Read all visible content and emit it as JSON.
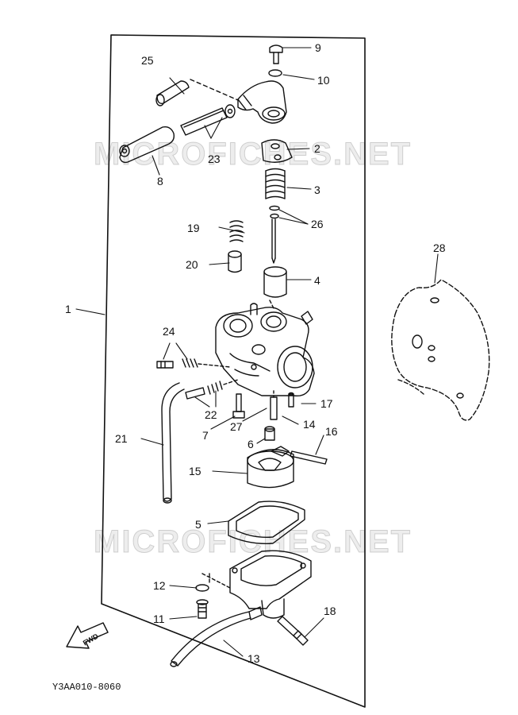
{
  "watermarks": [
    "MICROFICHES.NET",
    "MICROFICHES.NET"
  ],
  "drawing_code": "Y3AA010-8060",
  "fwd_label": "FWD",
  "callouts": {
    "c1": "1",
    "c2": "2",
    "c3": "3",
    "c4": "4",
    "c5": "5",
    "c6": "6",
    "c7": "7",
    "c8": "8",
    "c9": "9",
    "c10": "10",
    "c11": "11",
    "c12": "12",
    "c13": "13",
    "c14": "14",
    "c15": "15",
    "c16": "16",
    "c17": "17",
    "c18": "18",
    "c19": "19",
    "c20": "20",
    "c21": "21",
    "c22": "22",
    "c23": "23",
    "c24": "24",
    "c25": "25",
    "c26": "26",
    "c27": "27",
    "c28": "28"
  }
}
